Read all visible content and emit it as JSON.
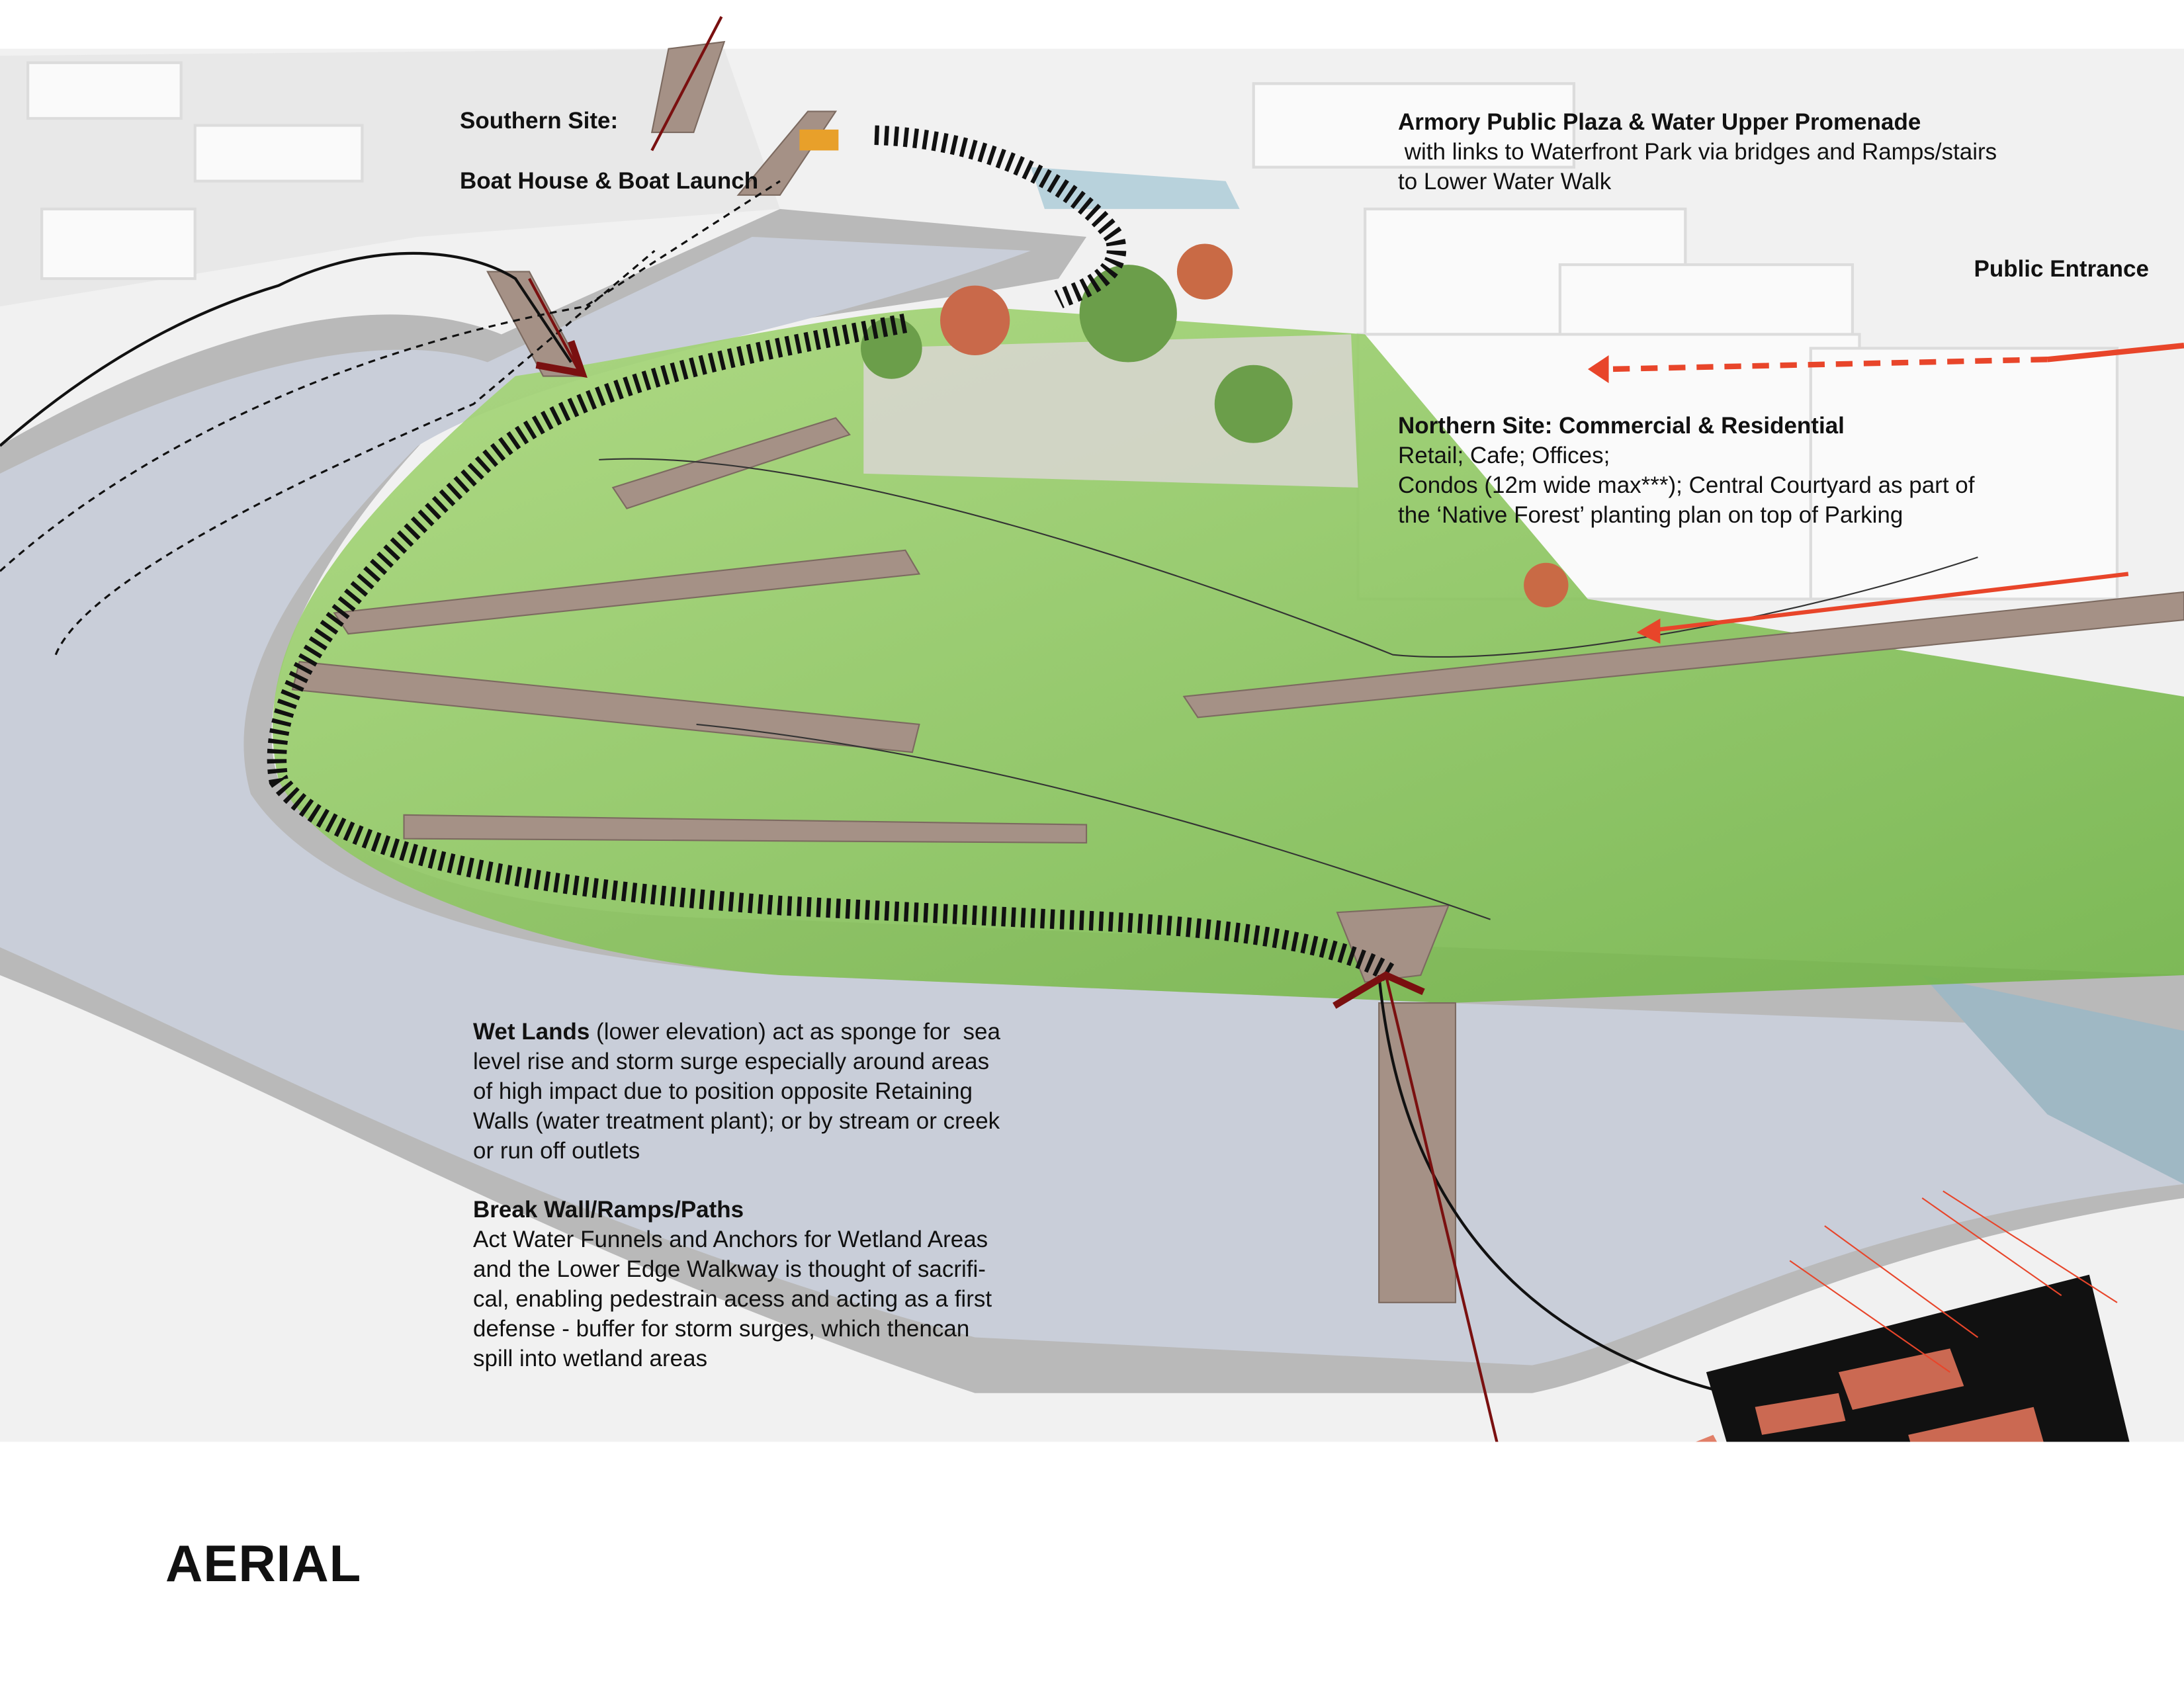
{
  "title": "AERIAL",
  "annotations": {
    "southern_site": {
      "heading": "Southern Site:",
      "subheading": "Boat House  & Boat Launch"
    },
    "armory": {
      "heading": "Armory Public Plaza & Water Upper  Promenade",
      "lines": [
        " with links to Waterfront Park via bridges and Ramps/stairs",
        "to Lower Water Walk"
      ]
    },
    "public_entrance": {
      "heading": "Public Entrance"
    },
    "northern_site": {
      "heading": "Northern Site: Commercial  & Residential",
      "lines": [
        "Retail; Cafe; Offices;",
        "Condos (12m wide max***); Central Courtyard as part of",
        "the ‘Native Forest’ planting plan on top of Parking"
      ]
    },
    "wet_lands": {
      "heading": "Wet Lands",
      "first_line_rest": " (lower elevation) act as sponge for  sea",
      "lines": [
        "level rise and storm surge especially around areas",
        "of high impact due to position opposite  Retaining",
        "Walls (water treatment plant); or by stream or creek",
        "or run off outlets"
      ]
    },
    "break_wall": {
      "heading": "Break Wall/Ramps/Paths",
      "lines": [
        "Act Water Funnels  and Anchors for Wetland Areas",
        "and the Lower Edge Walkway is thought of sacrifi-",
        "cal, enabling pedestrain acess and acting as a first",
        "defense - buffer for storm surges, which thencan",
        "spill into wetland areas"
      ]
    }
  },
  "colors": {
    "accent_arrow": "#e8452a",
    "wetland_green": "#8cc85a",
    "path_brown": "#a08c80",
    "water": "#c8cdd8",
    "marker_orange": "#e8a02a"
  }
}
